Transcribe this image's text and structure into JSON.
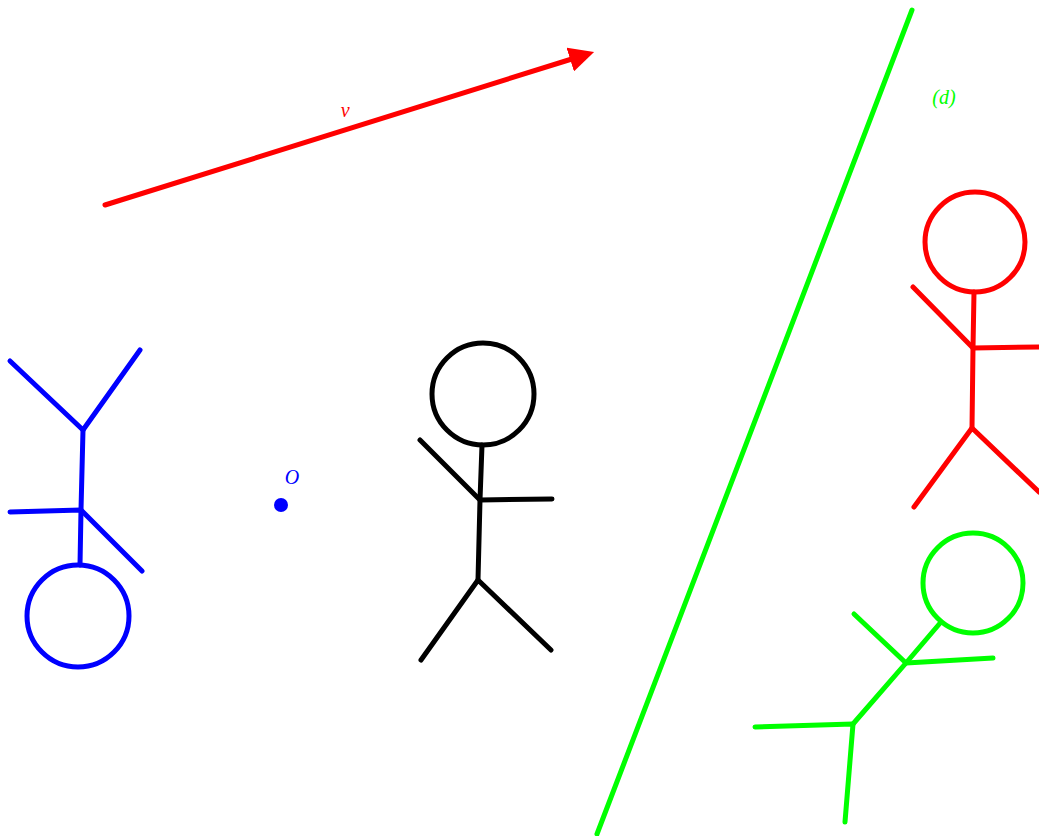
{
  "diagram": {
    "labels": [
      "v⃗",
      "O",
      "(d)"
    ]
  }
}
